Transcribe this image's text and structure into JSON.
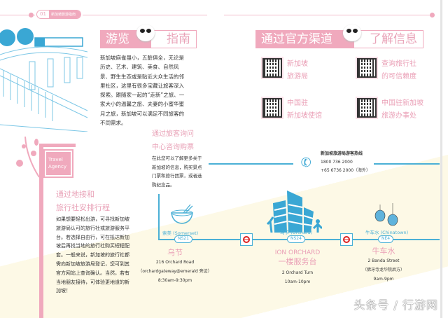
{
  "header": {
    "section_number": "01",
    "section_label": "新加坡旅游指南"
  },
  "guide": {
    "title_a": "游览",
    "title_b": "指南",
    "body": "新加坡麻雀虽小，五脏俱全，无论是历史、艺术、建筑、美食、自然风景、野生生态或是贴近大众生活的邻里社区，这里有很多宝藏让旅客深入探索。跟随家一起的“走新”之旅、一家大小的温馨之旅、夫妻的小蜜华蜜月之旅，新加坡可以满足不同旅客的不同需求。"
  },
  "official": {
    "title_a": "通过官方渠道",
    "title_b": "了解信息",
    "items": [
      {
        "line1": "新加坡",
        "line2": "旅游局"
      },
      {
        "line1": "查询旅行社",
        "line2": "的可信赖度"
      },
      {
        "line1": "中国驻",
        "line2": "新加坡使馆"
      },
      {
        "line1": "中国驻新加坡",
        "line2": "旅游办事处"
      }
    ]
  },
  "agency": {
    "sign_line1": "Travel",
    "sign_line2": "Agency",
    "title_line1": "通过地接和",
    "title_line2": "旅行社安排行程",
    "body": "如果想要轻松出游，可寻找新加坡旅游局认可的旅行社或旅游服务平台。若选择自由行，可在抵达新加坡后再找当地的旅行社购买短程配套。一般来说，新加坡的旅行社都需向新加坡旅游局登记，您可到其官方网站上查询确认。当然，若有当地朋友接待，可体验更地道的新加坡！"
  },
  "visitor_centre": {
    "title_line1": "通过旅客询问",
    "title_line2": "中心咨询购票",
    "body": "在此您可以了解更多关于新加坡的信息，购买景点门票和旅行团票，或者选购纪念品。"
  },
  "hotline": {
    "title": "新加坡旅游局游客热线",
    "phone1": "1800 736 2000",
    "phone2": "+65 6736 2000（海外）"
  },
  "stations": [
    {
      "label": "索美 (Somerset)",
      "code": "NS21",
      "name": "乌节",
      "address": "216 Orchard Road",
      "note": "（orchardgateway@emerald 旁边）",
      "hours": "8:30am-9:30pm"
    },
    {
      "label": "乌节 (Orchard)",
      "code": "NS24",
      "name": "ION ORCHARD",
      "name2": "一楼服务台",
      "address": "2 Orchard Turn",
      "hours": "10am-10pm"
    },
    {
      "label": "牛车水 (Chinatown)",
      "code": "NE4",
      "name": "牛车水",
      "address": "2 Banda Street",
      "note": "（佛牙寺龙华院后方）",
      "hours": "9am-9pm"
    }
  ],
  "watermark": "头条号 / 行游网",
  "colors": {
    "pink": "#f0a9bd",
    "blue": "#4bb0d6",
    "cream": "#fdf9e6"
  }
}
